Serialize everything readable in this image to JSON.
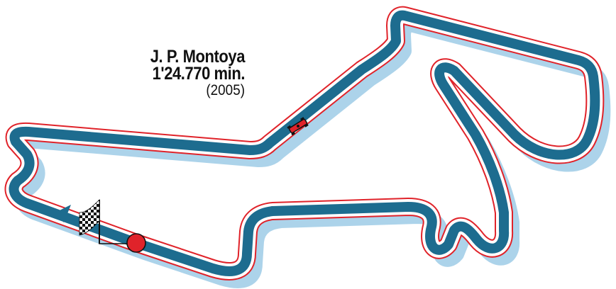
{
  "lap_record": {
    "driver": "J. P. Montoya",
    "time": "1'24.770 min.",
    "year": "(2005)"
  },
  "colors": {
    "track": "#1d6c8f",
    "shadow": "#acd3ea",
    "border": "#e0232a",
    "start_marker": "#e0232a",
    "direction_arrow": "#1d6c8f"
  },
  "icons": {
    "start_finish": "checkered-flag-icon",
    "direction": "direction-arrow-icon",
    "car": "race-car-icon",
    "timing_line": "start-marker-icon"
  }
}
